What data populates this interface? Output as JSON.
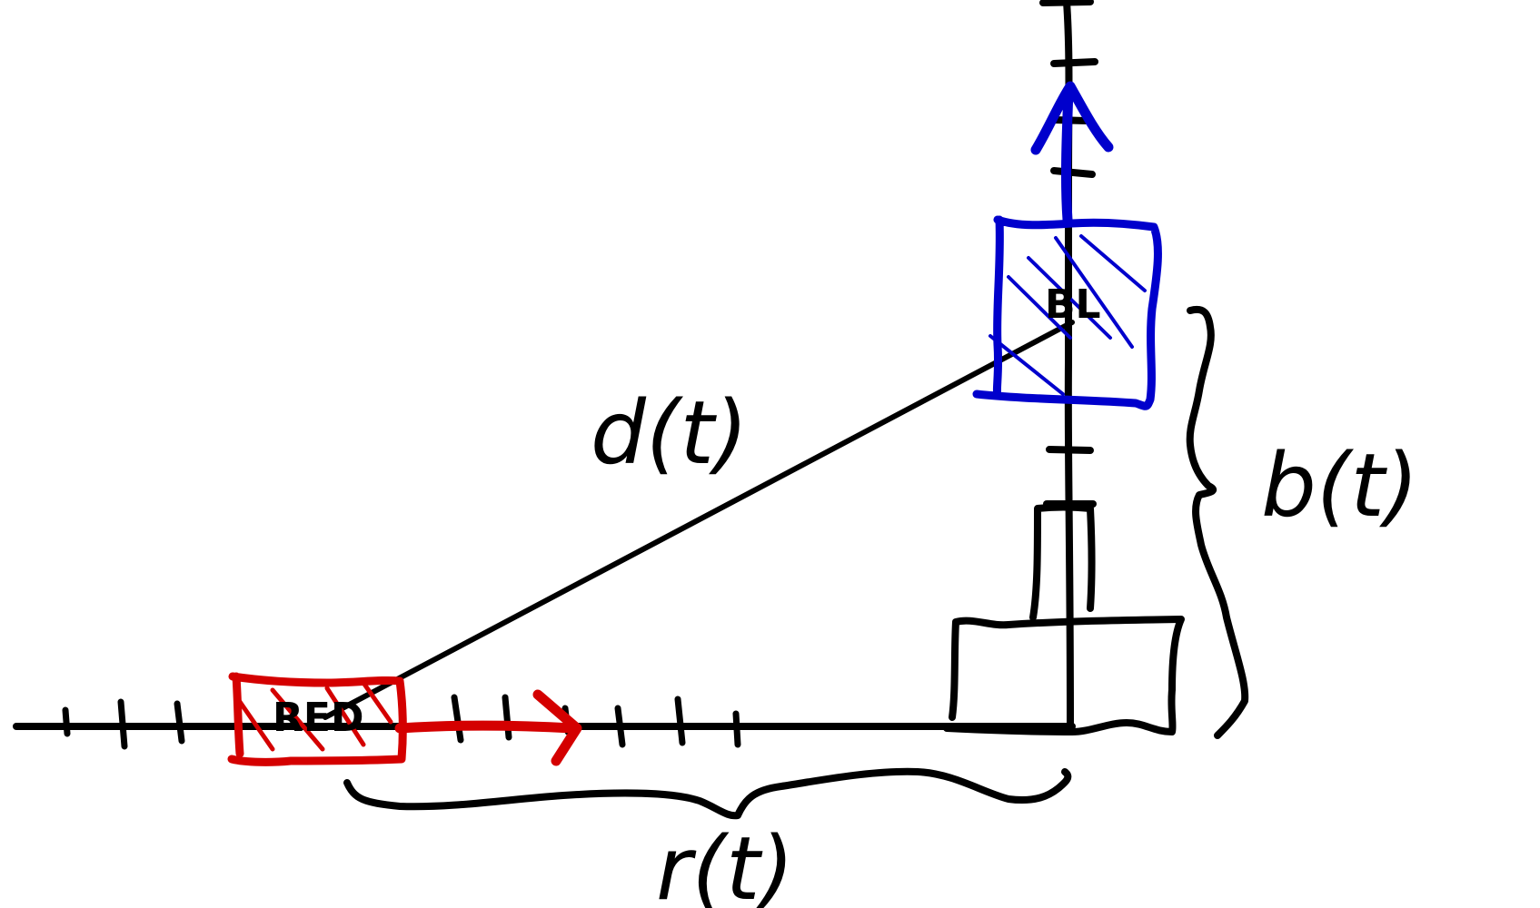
{
  "colors": {
    "ink": "#000000",
    "red": "#d40000",
    "blue": "#0000cc",
    "background": "#ffffff"
  },
  "labels": {
    "distance": "d(t)",
    "building_height": "b(t)",
    "road_distance": "r(t)"
  },
  "red_box": {
    "label": "RED"
  },
  "blue_box": {
    "label": "BL"
  }
}
